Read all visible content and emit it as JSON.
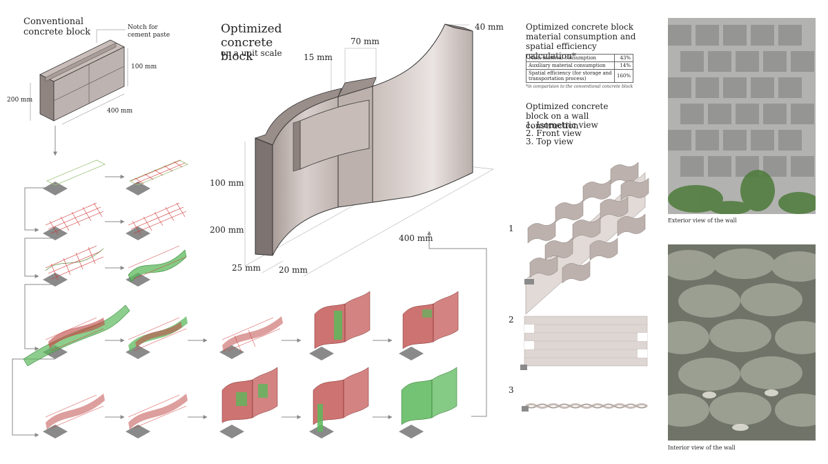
{
  "conventional": {
    "title": "Conventional concrete block",
    "notch_label": "Notch for cement paste",
    "dim_100": "100 mm",
    "dim_200": "200 mm",
    "dim_400": "400 mm"
  },
  "optimized": {
    "title": "Optimized concrete block",
    "subtitle": "on a unit scale",
    "dim_40": "40 mm",
    "dim_70": "70 mm",
    "dim_15": "15 mm",
    "dim_100": "100 mm",
    "dim_200": "200 mm",
    "dim_400": "400 mm",
    "dim_25": "25 mm",
    "dim_20": "20 mm"
  },
  "calc": {
    "title": "Optimized concrete block material consumption and spatial efficiency calculation*",
    "rows": [
      {
        "label": "Main material consumption",
        "value": "43%"
      },
      {
        "label": "Auxiliary material consumption",
        "value": "14%"
      },
      {
        "label": "Spatial efficiency (for storage and transportation process)",
        "value": "160%"
      }
    ],
    "footnote": "*in comparision to the conventional concrete block"
  },
  "wall": {
    "title": "Optimized concrete block on a wall construction",
    "items": [
      "1. Isometric view",
      "2. Front view",
      "3. Top view"
    ],
    "markers": [
      "1",
      "2",
      "3"
    ]
  },
  "photos": {
    "exterior_caption": "Exterior view of the wall",
    "interior_caption": "Interior view of the wall"
  },
  "colors": {
    "block_fill": "#b7aaa5",
    "block_dark": "#857a76",
    "red_fill": "#c0504d",
    "green_fill": "#5cb85c",
    "grid_red": "#d03030",
    "plate": "#8a8a8a",
    "arrow": "#888888"
  }
}
